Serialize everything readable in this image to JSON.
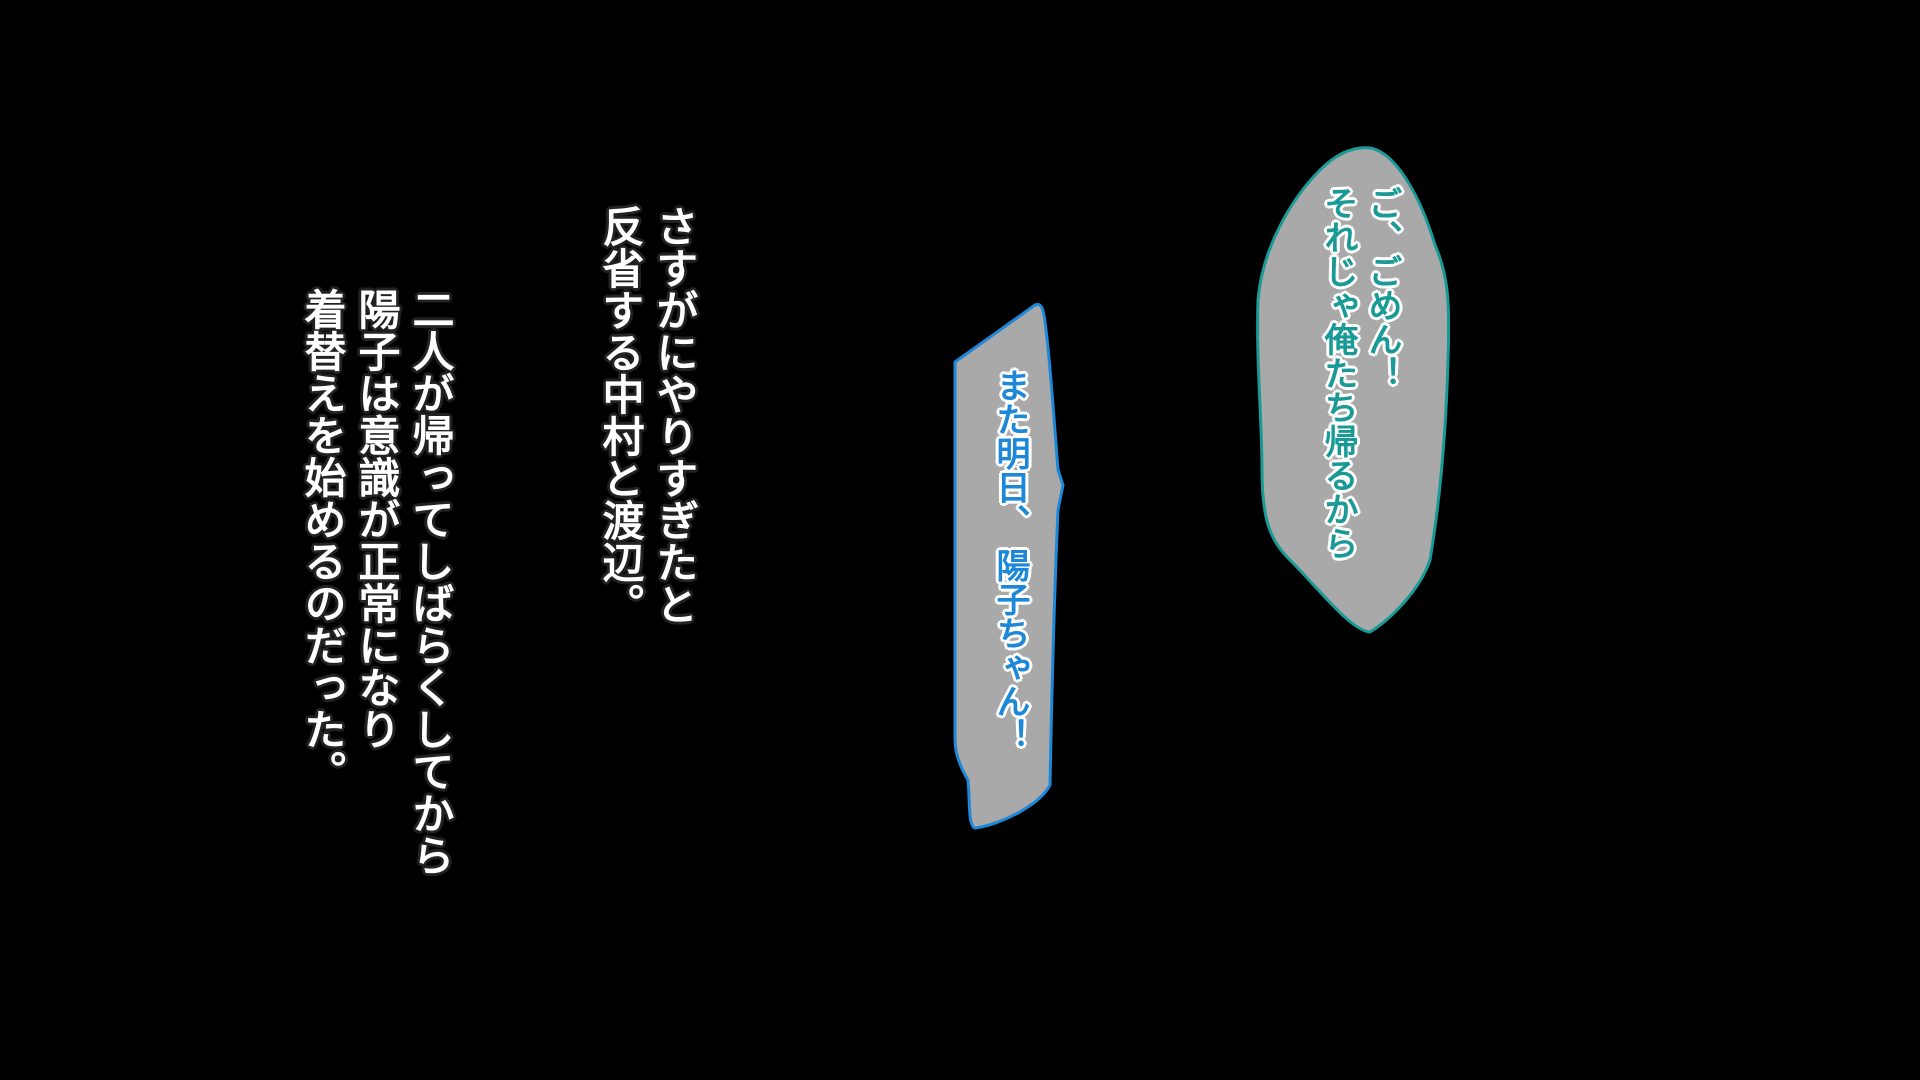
{
  "narration": {
    "col1": "さすがにやりすぎたと",
    "col2": "反省する中村と渡辺。",
    "col3": "二人が帰ってしばらくしてから",
    "col4": "陽子は意識が正常になり",
    "col5": "着替えを始めるのだった。"
  },
  "bubble_right": {
    "line1": "ご、ごめん！",
    "line2": "それじゃ俺たち帰るから",
    "text_color": "#1a9a96",
    "border_color": "#1a9a96",
    "fill_color": "#a9a9a9"
  },
  "bubble_left": {
    "line1": "また明日、",
    "line2": "陽子ちゃん！",
    "text_color": "#1e88d8",
    "border_color": "#1e88d8",
    "fill_color": "#a9a9a9"
  },
  "background_color": "#000000"
}
